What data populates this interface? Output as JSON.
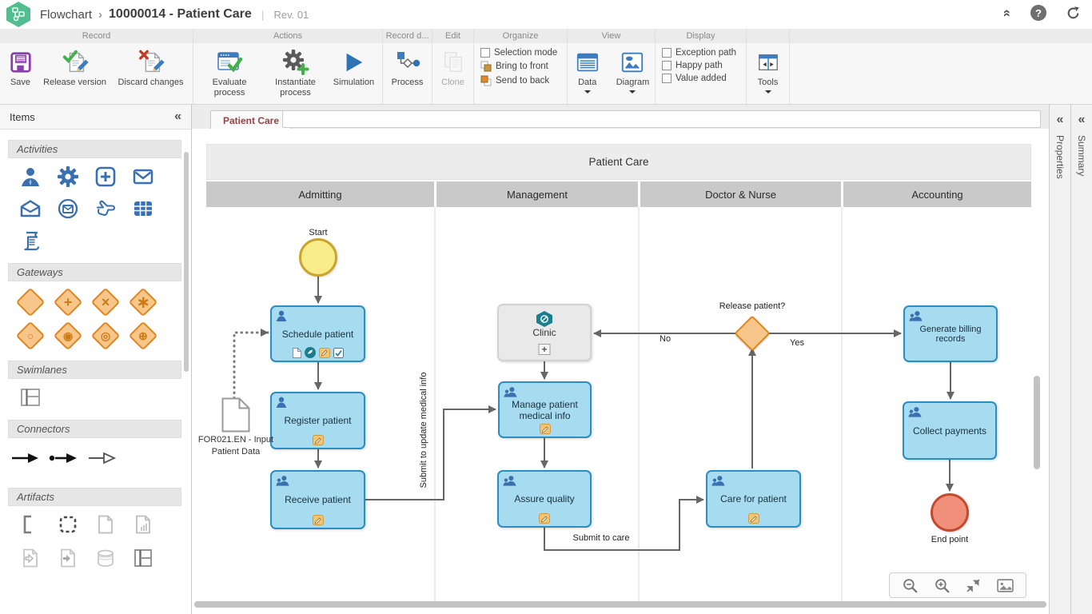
{
  "header": {
    "app_name": "Flowchart",
    "chevron": "›",
    "title": "10000014 - Patient Care",
    "divider": "|",
    "revision": "Rev. 01"
  },
  "glyphs": {
    "collapse_left": "«",
    "help": "?",
    "plus": "+"
  },
  "ribbon": {
    "groups": {
      "record": {
        "label": "Record",
        "save": "Save",
        "release_version": "Release version",
        "discard_changes": "Discard changes"
      },
      "actions": {
        "label": "Actions",
        "evaluate": "Evaluate process",
        "instantiate": "Instantiate process",
        "simulation": "Simulation"
      },
      "record_detail": {
        "label": "Record d...",
        "process": "Process"
      },
      "edit": {
        "label": "Edit",
        "clone": "Clone"
      },
      "organize": {
        "label": "Organize",
        "selection_mode": "Selection mode",
        "bring_to_front": "Bring to front",
        "send_to_back": "Send to back"
      },
      "view": {
        "label": "View",
        "data": "Data",
        "diagram": "Diagram"
      },
      "display": {
        "label": "Display",
        "exception_path": "Exception path",
        "happy_path": "Happy path",
        "value_added": "Value added"
      },
      "tools": {
        "tools": "Tools"
      }
    }
  },
  "palette": {
    "title": "Items",
    "sections": {
      "activities": "Activities",
      "gateways": "Gateways",
      "swimlanes": "Swimlanes",
      "connectors": "Connectors",
      "artifacts": "Artifacts"
    },
    "gateway_symbols": [
      "",
      "+",
      "×",
      "∗",
      "○",
      "◉",
      "◎",
      "⊕"
    ]
  },
  "canvas": {
    "tab_label": "Patient Care",
    "pool_title": "Patient Care",
    "lanes": [
      "Admitting",
      "Management",
      "Doctor & Nurse",
      "Accounting"
    ],
    "nodes": {
      "start": "Start",
      "schedule_patient": "Schedule patient",
      "register_patient": "Register patient",
      "receive_patient": "Receive patient",
      "clinic": "Clinic",
      "manage_patient": "Manage patient medical info",
      "assure_quality": "Assure quality",
      "care_for_patient": "Care for patient",
      "generate_billing": "Generate billing records",
      "collect_payments": "Collect payments",
      "end": "End point"
    },
    "gateway": {
      "label": "Release patient?",
      "yes": "Yes",
      "no": "No"
    },
    "edge_labels": {
      "submit_to_care": "Submit to care",
      "submit_to_update": "Submit to update medical info"
    },
    "artifact": {
      "label": "FOR021.EN - Input Patient Data"
    }
  },
  "right_panels": {
    "properties": "Properties",
    "summary": "Summary"
  },
  "colors": {
    "task_fill": "#A6DBF0",
    "task_border": "#2D8CC0",
    "gateway_fill": "#F7C68A",
    "gateway_border": "#E0861F",
    "start_fill": "#F9EC8A",
    "start_border": "#C9A62B",
    "end_fill": "#F0907B",
    "end_border": "#C44A2E",
    "connector": "#666666",
    "palette_icon_blue": "#3A6FB0",
    "logo_green": "#52BD8F",
    "tab_text": "#9A4046",
    "lane_header": "#C9C9C9"
  }
}
